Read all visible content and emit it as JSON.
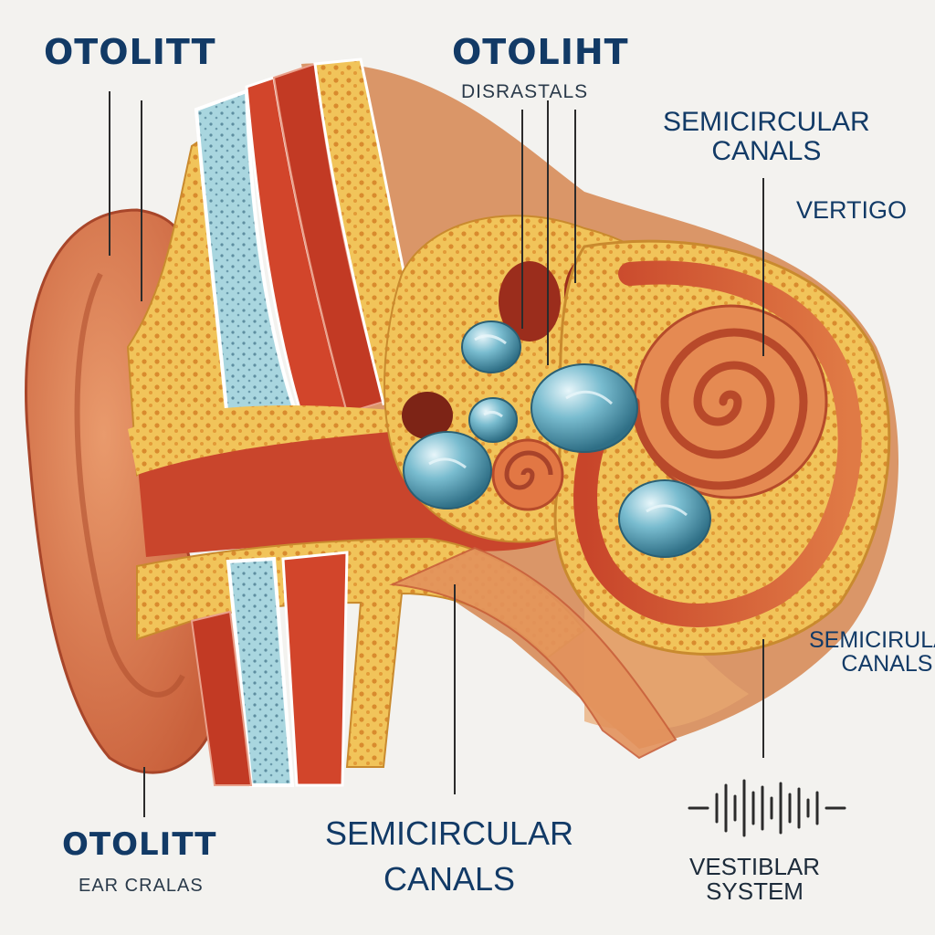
{
  "labels": {
    "otolitt_top": "OTOLITT",
    "otoliht_top": "OTOLIHT",
    "disrastals": "DISRASTALS",
    "semicircular_right": "SEMICIRCULAR\nCANALS",
    "vertigo": "VERTIGO",
    "semicirular_right_low": "SEMICIRULAR\nCANALS",
    "otolitt_bottom": "OTOLITT",
    "ear_cralas": "EAR CRALAS",
    "semicircular_bottom": "SEMICIRCULAR\nCANALS",
    "vestiblar_system": "VESTIBLAR\nSYSTEM"
  },
  "icons": {
    "waveform": "sound-wave-icon"
  },
  "colors": {
    "background": "#f3f2ef",
    "label_text": "#123a66",
    "skin": "#d9794e",
    "bone": "#f1c45a",
    "muscle": "#d2452b",
    "cartilage": "#a9d6df",
    "otolith": "#6fb3c8"
  }
}
